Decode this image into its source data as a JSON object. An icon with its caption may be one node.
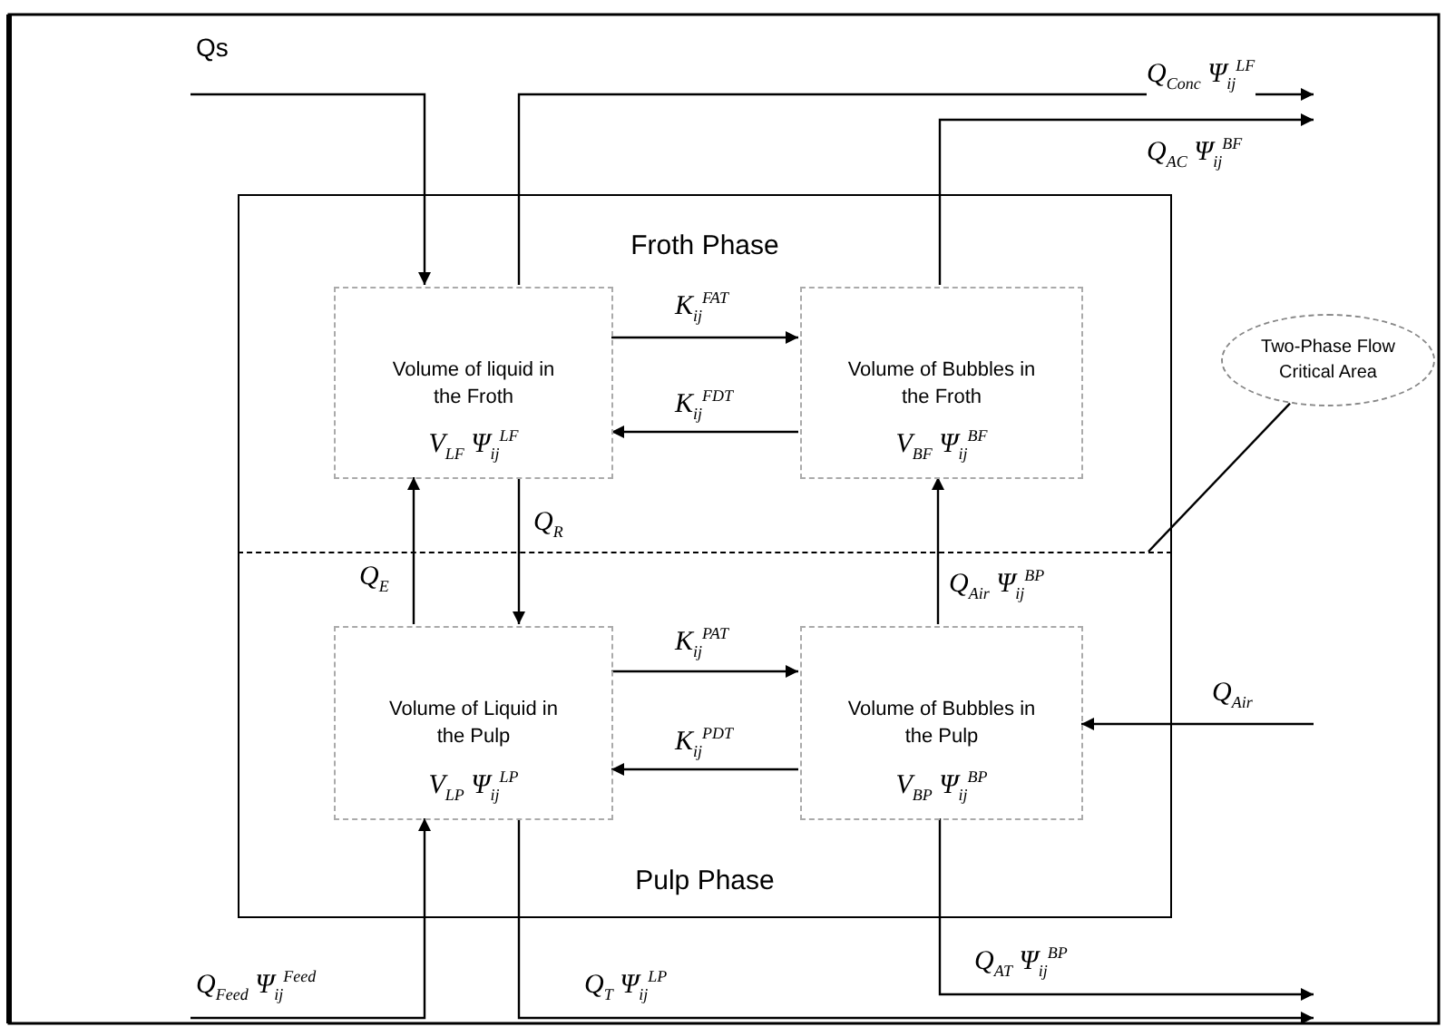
{
  "diagram": {
    "nodes": [
      {
        "text": [
          "Froth Phase"
        ]
      },
      {
        "text": [
          "Pulp Phase"
        ]
      },
      {
        "text": [
          "Volume of liquid in the Froth",
          "V$_{LF}$ Ψ$_{ij}$$^{LF}$"
        ],
        "in": 0
      },
      {
        "text": [
          "Volume of Bubbles in the Froth",
          "V$_{BF}$ Ψ$_{ij}$$^{BF}$"
        ],
        "in": 0
      },
      {
        "text": [
          "Volume of Liquid in the Pulp",
          "V$_{LP}$ Ψ$_{ij}$$^{LP}$"
        ],
        "in": 1
      },
      {
        "text": [
          "Volume of Bubbles in the Pulp",
          "V$_{BP}$ Ψ$_{ij}$$^{BP}$"
        ],
        "in": 1
      },
      {
        "text": [
          "Two-Phase Flow Critical Area"
        ]
      }
    ],
    "edges": [
      {
        "from": null,
        "to": 2,
        "arrow": "to",
        "label": "Qs"
      },
      {
        "from": 2,
        "to": null,
        "arrow": "to",
        "label": "Q$_{Conc}$ Ψ$_{ij}$$^{LF}$"
      },
      {
        "from": 3,
        "to": null,
        "arrow": "to",
        "label": "Q$_{AC}$ Ψ$_{ij}$$^{BF}$"
      },
      {
        "from": 2,
        "to": 3,
        "arrow": "to",
        "label": "K$_{ij}$$^{FAT}$"
      },
      {
        "from": 3,
        "to": 2,
        "arrow": "to",
        "label": "K$_{ij}$$^{FDT}$"
      },
      {
        "from": 4,
        "to": 2,
        "arrow": "to",
        "label": "Q$_{E}$"
      },
      {
        "from": 2,
        "to": 4,
        "arrow": "to",
        "label": "Q$_{R}$"
      },
      {
        "from": 5,
        "to": 3,
        "arrow": "to",
        "label": "Q$_{Air}$ Ψ$_{ij}$$^{BP}$"
      },
      {
        "from": 4,
        "to": 5,
        "arrow": "to",
        "label": "K$_{ij}$$^{PAT}$"
      },
      {
        "from": 5,
        "to": 4,
        "arrow": "to",
        "label": "K$_{ij}$$^{PDT}$"
      },
      {
        "from": null,
        "to": 5,
        "arrow": "to",
        "label": "Q$_{Air}$"
      },
      {
        "from": null,
        "to": 4,
        "arrow": "to",
        "label": "Q$_{Feed}$ Ψ$_{ij}$$^{Feed}$"
      },
      {
        "from": 4,
        "to": null,
        "arrow": "to",
        "label": "Q$_{T}$ Ψ$_{ij}$$^{LP}$"
      },
      {
        "from": 5,
        "to": null,
        "arrow": "to",
        "label": "Q$_{AT}$ Ψ$_{ij}$$^{BP}$"
      },
      {
        "from": 6,
        "to": 0,
        "arrow": "none"
      }
    ]
  }
}
